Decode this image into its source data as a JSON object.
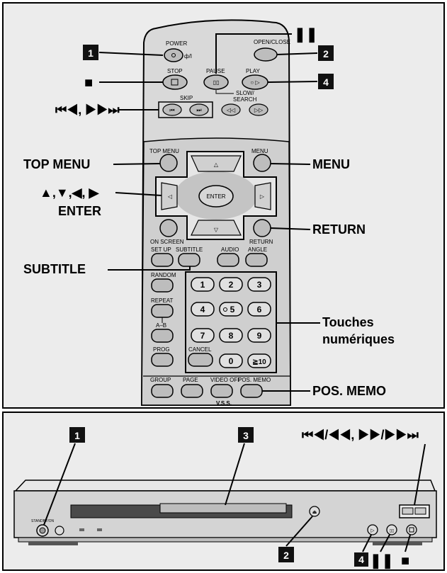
{
  "remote": {
    "top_labels": {
      "power": "POWER",
      "open_close": "OPEN/CLOSE",
      "stop": "STOP",
      "pause": "PAUSE",
      "play": "PLAY",
      "slow_search": "SLOW/\nSEARCH",
      "skip": "SKIP"
    },
    "nav_labels": {
      "top_menu": "TOP MENU",
      "menu": "MENU",
      "enter": "ENTER",
      "on_screen": "ON SCREEN",
      "return": "RETURN"
    },
    "func_labels": {
      "setup": "SET UP",
      "subtitle": "SUBTITLE",
      "audio": "AUDIO",
      "angle": "ANGLE",
      "random": "RANDOM",
      "repeat": "REPEAT",
      "ab": "A–B",
      "prog": "PROG",
      "cancel": "CANCEL",
      "group": "GROUP",
      "page": "PAGE",
      "video_off": "VIDEO OFF",
      "pos_memo": "POS. MEMO",
      "vss": "V.S.S."
    },
    "keys": [
      "1",
      "2",
      "3",
      "4",
      "5",
      "6",
      "7",
      "8",
      "9",
      "0",
      "≧10"
    ]
  },
  "callouts": {
    "badge_1": "1",
    "badge_2": "2",
    "badge_3": "3",
    "badge_4": "4",
    "pause_symbol": "❚❚",
    "stop_symbol": "■",
    "skip": "⏮◀, ▶▶⏭",
    "top_menu": "TOP MENU",
    "menu": "MENU",
    "arrows": "▲,▼,◀, ▶",
    "enter": "ENTER",
    "return": "RETURN",
    "subtitle": "SUBTITLE",
    "numeric_line1": "Touches",
    "numeric_line2": "numériques",
    "pos_memo": "POS. MEMO",
    "skip_search": "⏮◀/◀◀, ▶▶/▶▶⏭"
  },
  "player": {
    "standby_label": "STANDBY/ON"
  }
}
